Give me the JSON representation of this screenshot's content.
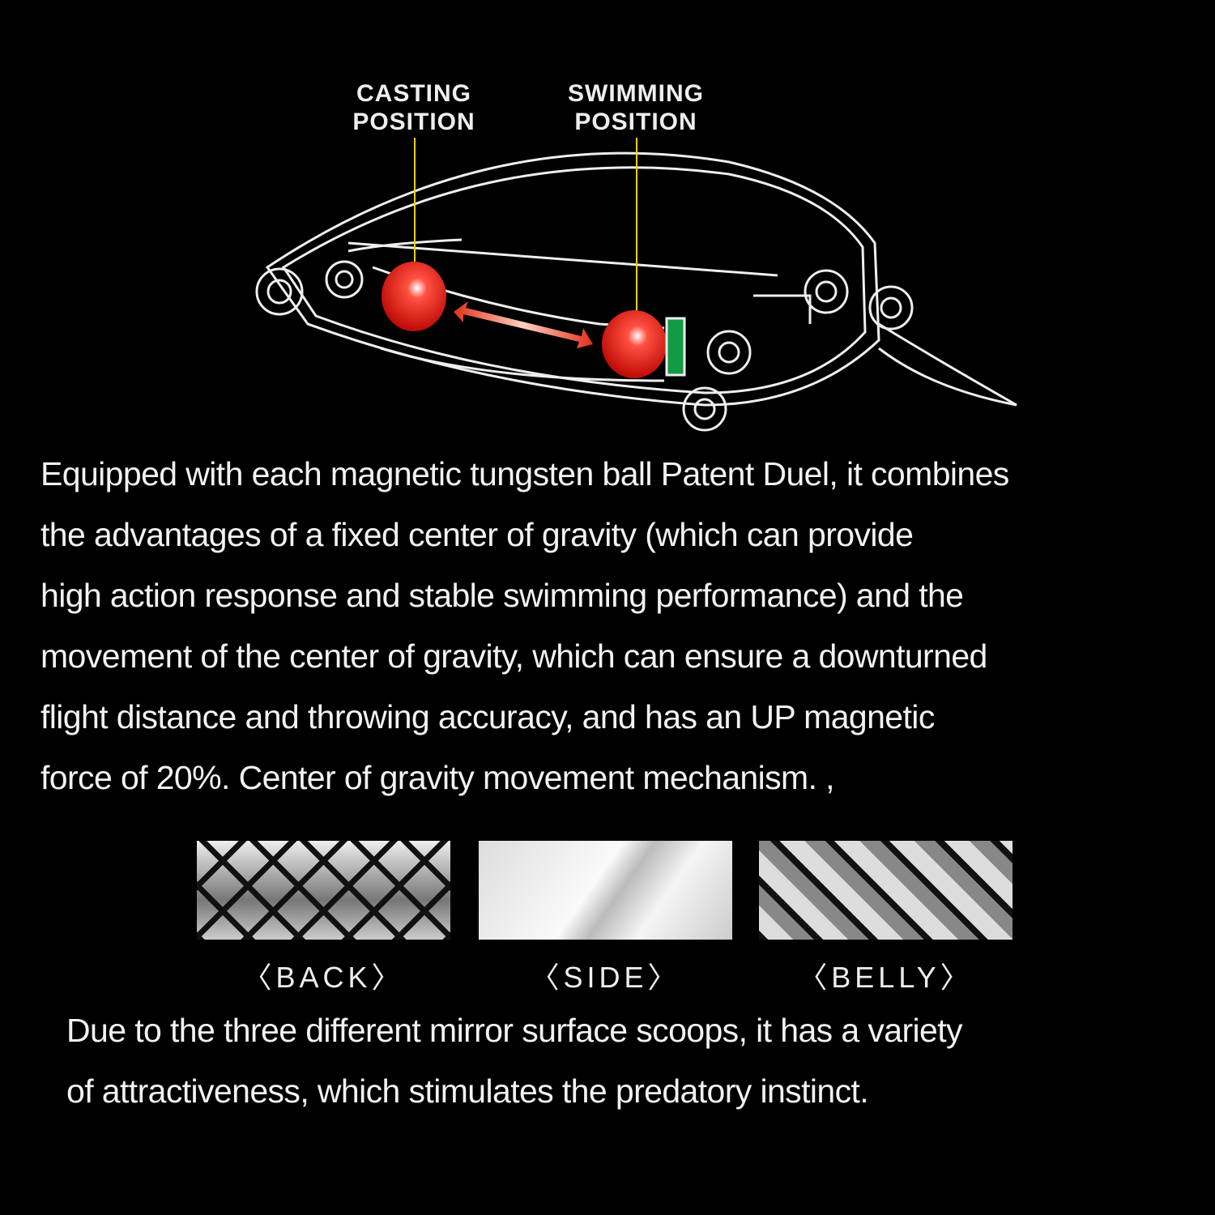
{
  "diagram": {
    "casting_label": [
      "CASTING",
      "POSITION"
    ],
    "swimming_label": [
      "SWIMMING",
      "POSITION"
    ],
    "colors": {
      "ball": "#e0140f",
      "magnet": "#129a45",
      "pointer_line": "#e8d200"
    }
  },
  "description_lines": [
    "Equipped with each magnetic tungsten ball Patent Duel, it combines",
    "the advantages of a fixed center of gravity (which can provide",
    "high action response and stable swimming performance) and the",
    "movement of the center of gravity, which can ensure a downturned",
    "flight distance and throwing accuracy, and has an UP magnetic",
    "force of 20%. Center of gravity movement mechanism. ,"
  ],
  "surfaces": [
    {
      "label": "〈BACK〉"
    },
    {
      "label": "〈SIDE〉"
    },
    {
      "label": "〈BELLY〉"
    }
  ],
  "summary_lines": [
    "Due to the three different mirror surface scoops, it has a variety",
    "of attractiveness, which stimulates the predatory instinct."
  ]
}
